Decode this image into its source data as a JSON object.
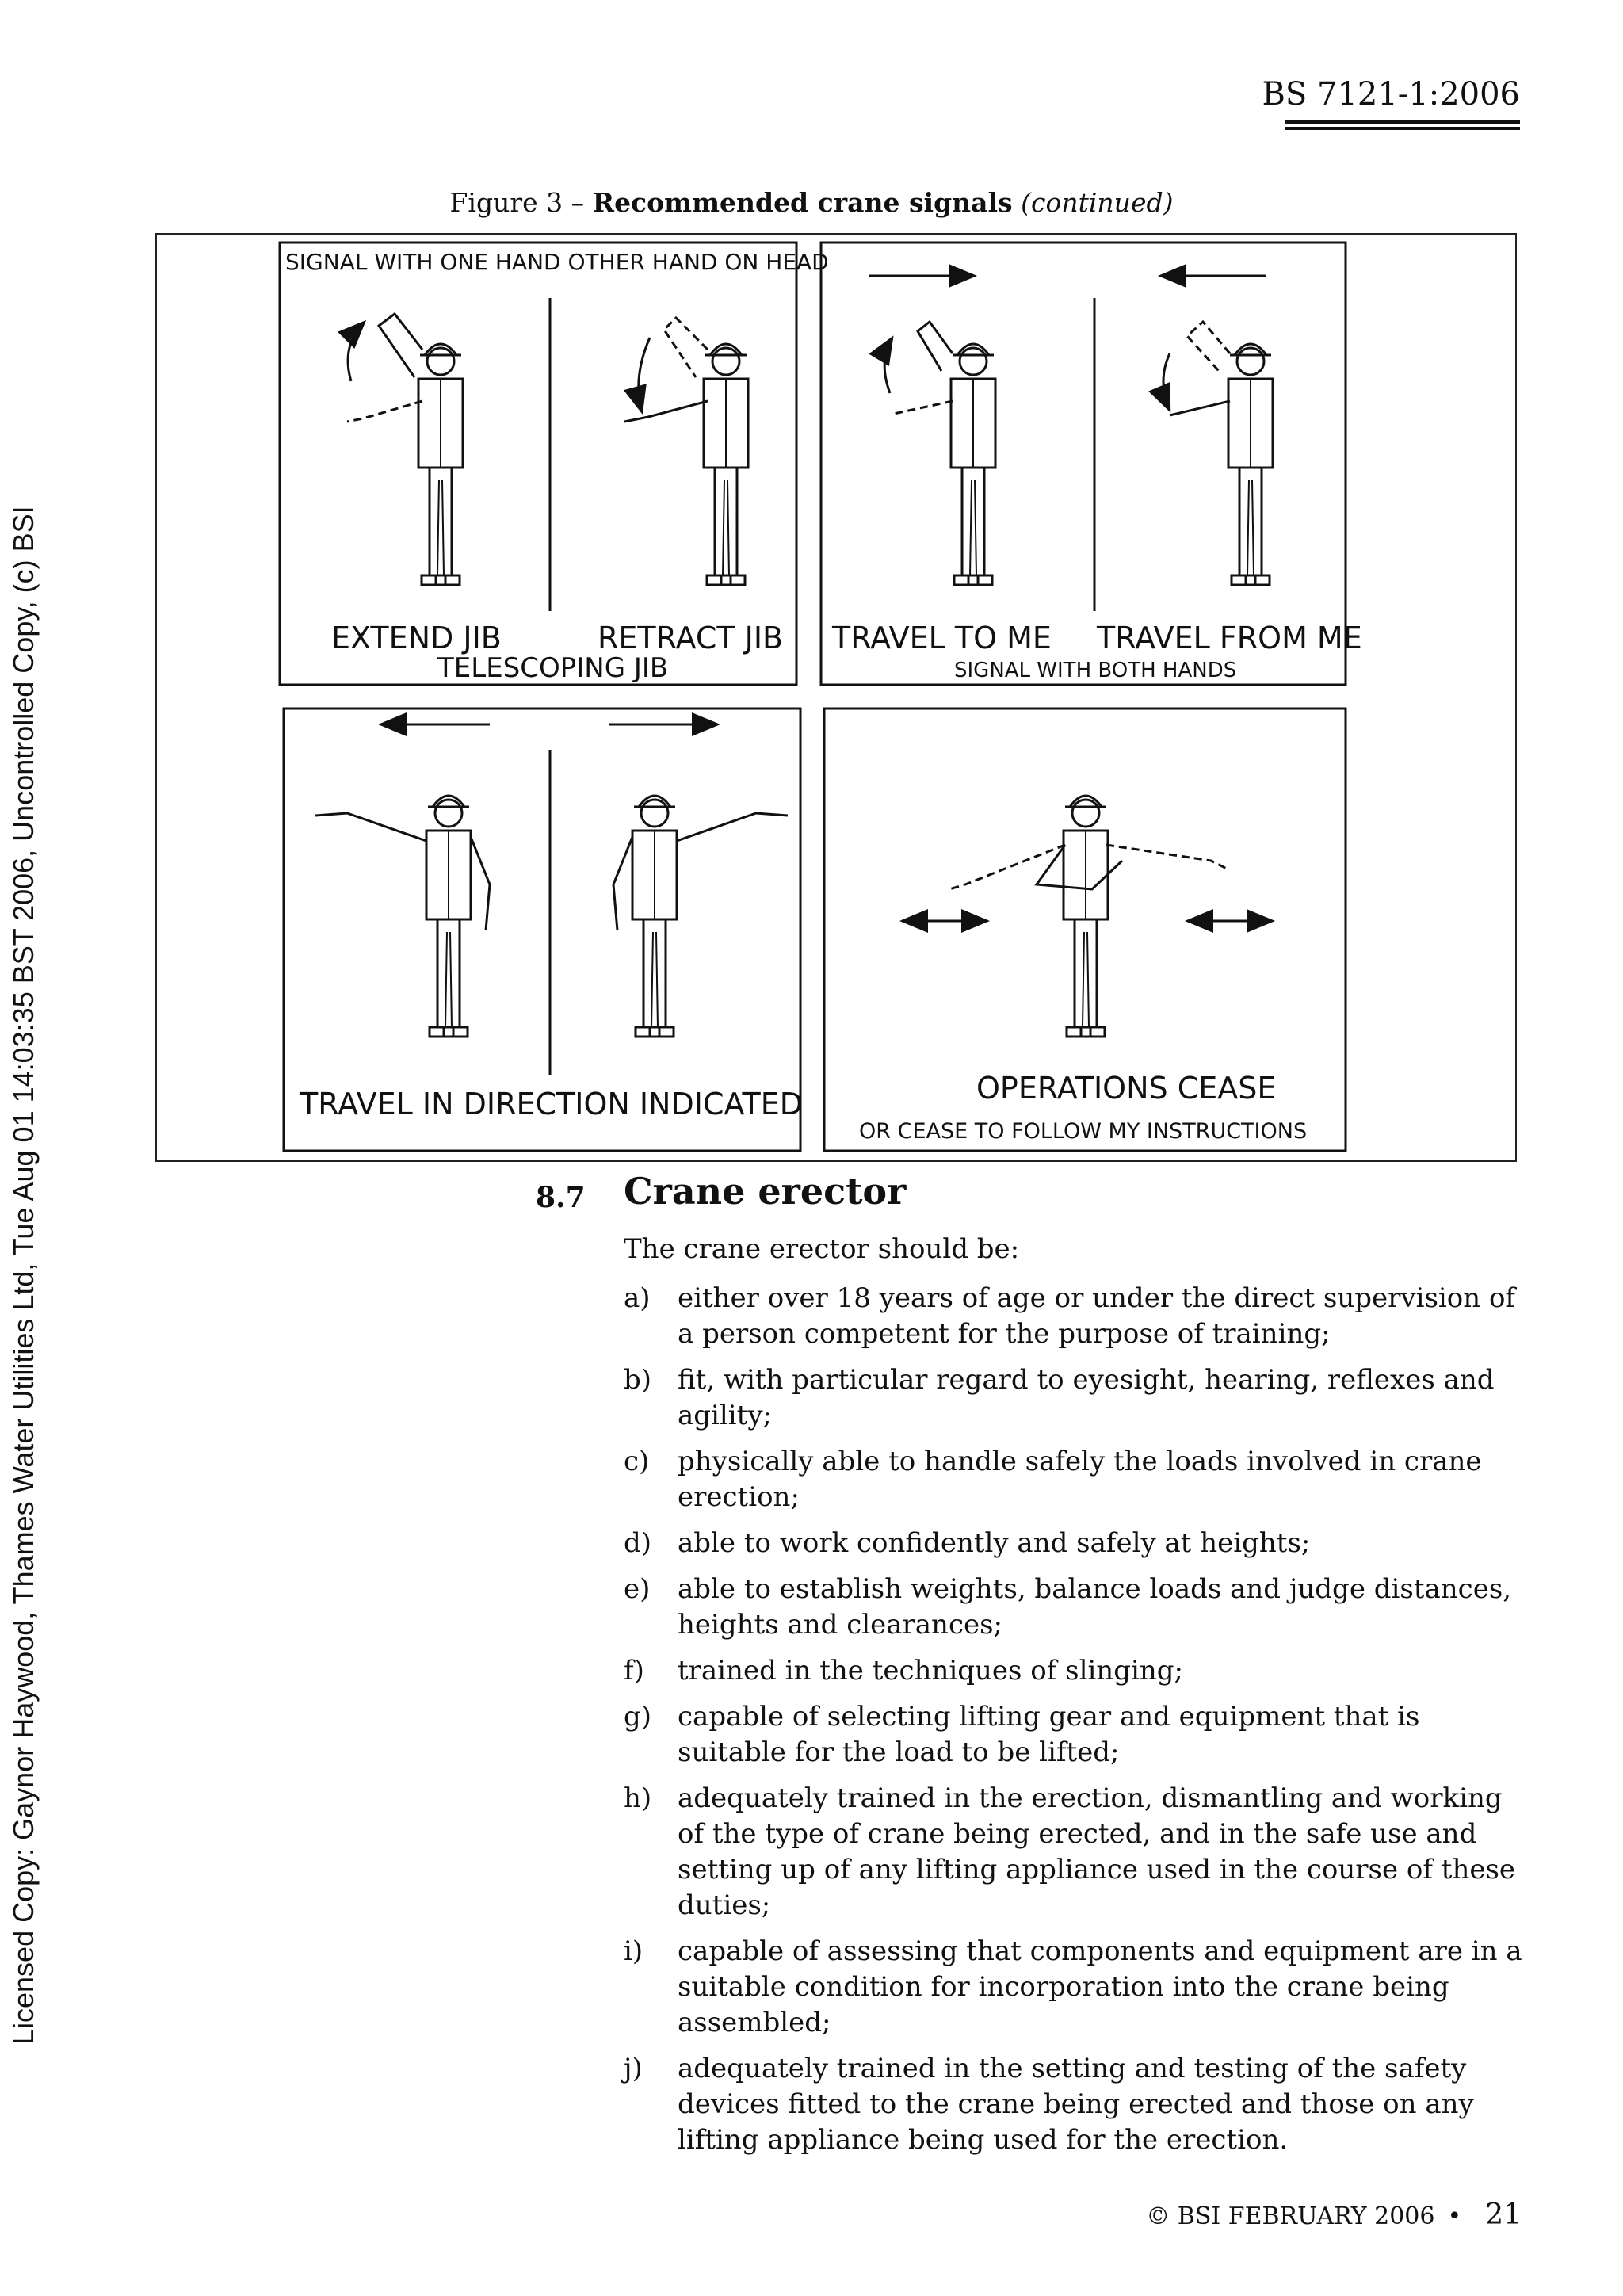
{
  "watermark": "Licensed Copy: Gaynor Haywood, Thames Water Utilities Ltd, Tue Aug 01 14:03:35 BST 2006, Uncontrolled Copy, (c) BSI",
  "header": {
    "standard": "BS 7121-1:2006"
  },
  "figure": {
    "caption_prefix": "Figure 3 – ",
    "caption_bold": "Recommended crane signals",
    "caption_italic": "(continued)",
    "panels": {
      "telescoping": {
        "note": "SIGNAL WITH ONE HAND OTHER HAND ON HEAD",
        "left": "EXTEND JIB",
        "right": "RETRACT JIB",
        "group": "TELESCOPING JIB"
      },
      "travel_me": {
        "left": "TRAVEL TO ME",
        "right": "TRAVEL FROM ME",
        "note": "SIGNAL WITH BOTH HANDS"
      },
      "direction": {
        "label": "TRAVEL IN DIRECTION INDICATED"
      },
      "cease": {
        "label": "OPERATIONS CEASE",
        "note": "OR CEASE TO FOLLOW MY INSTRUCTIONS"
      }
    }
  },
  "section": {
    "number": "8.7",
    "title": "Crane erector",
    "intro": "The crane erector should be:",
    "items": [
      {
        "marker": "a)",
        "text": "either over 18 years of age or under the direct supervision of a person competent for the purpose of training;"
      },
      {
        "marker": "b)",
        "text": "fit, with particular regard to eyesight, hearing, reflexes and agility;"
      },
      {
        "marker": "c)",
        "text": "physically able to handle safely the loads involved in crane erection;"
      },
      {
        "marker": "d)",
        "text": "able to work confidently and safely at heights;"
      },
      {
        "marker": "e)",
        "text": "able to establish weights, balance loads and judge distances, heights and clearances;"
      },
      {
        "marker": "f)",
        "text": "trained in the techniques of slinging;"
      },
      {
        "marker": "g)",
        "text": "capable of selecting lifting gear and equipment that is suitable for the load to be lifted;"
      },
      {
        "marker": "h)",
        "text": "adequately trained in the erection, dismantling and working of the type of crane being erected, and in the safe use and setting up of any lifting appliance used in the course of these duties;"
      },
      {
        "marker": "i)",
        "text": "capable of assessing that components and equipment are in a suitable condition for incorporation into the crane being assembled;"
      },
      {
        "marker": "j)",
        "text": "adequately trained in the setting and testing of the safety devices fitted to the crane being erected and those on any lifting appliance being used for the erection."
      }
    ]
  },
  "footer": {
    "copyright": "© BSI FEBRUARY 2006",
    "page": "21"
  }
}
